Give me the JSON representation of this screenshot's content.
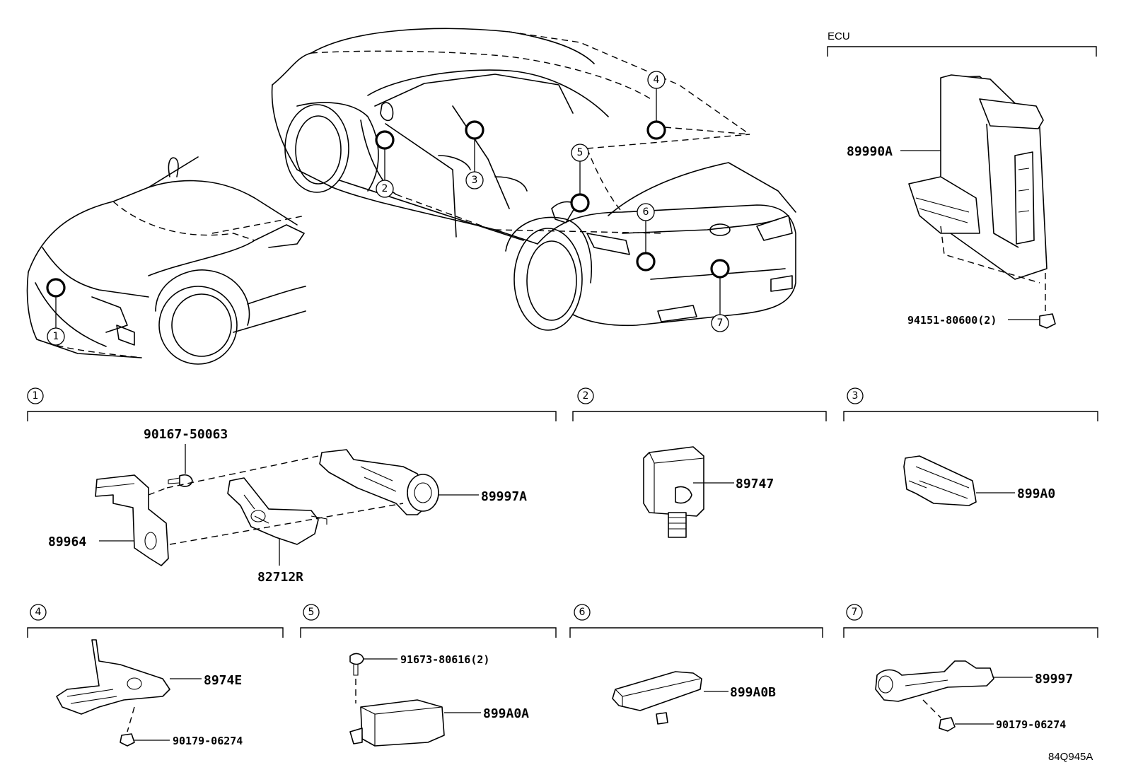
{
  "ecu_section_label": "ECU",
  "diagram_ref": "84Q945A",
  "callouts": [
    "1",
    "2",
    "3",
    "4",
    "5",
    "6",
    "7"
  ],
  "parts": {
    "ecu": "89990A",
    "ecu_screw": "94151-80600(2)",
    "bolt_1": "90167-50063",
    "sensor_1": "89997A",
    "bracket_1": "89964",
    "retainer_1": "82712R",
    "sensor_2": "89747",
    "sensor_3": "899A0",
    "sensor_4": "8974E",
    "nut_4": "90179-06274",
    "screw_5": "91673-80616(2)",
    "sensor_5": "899A0A",
    "sensor_6": "899A0B",
    "sensor_7": "89997",
    "nut_7": "90179-06274"
  }
}
